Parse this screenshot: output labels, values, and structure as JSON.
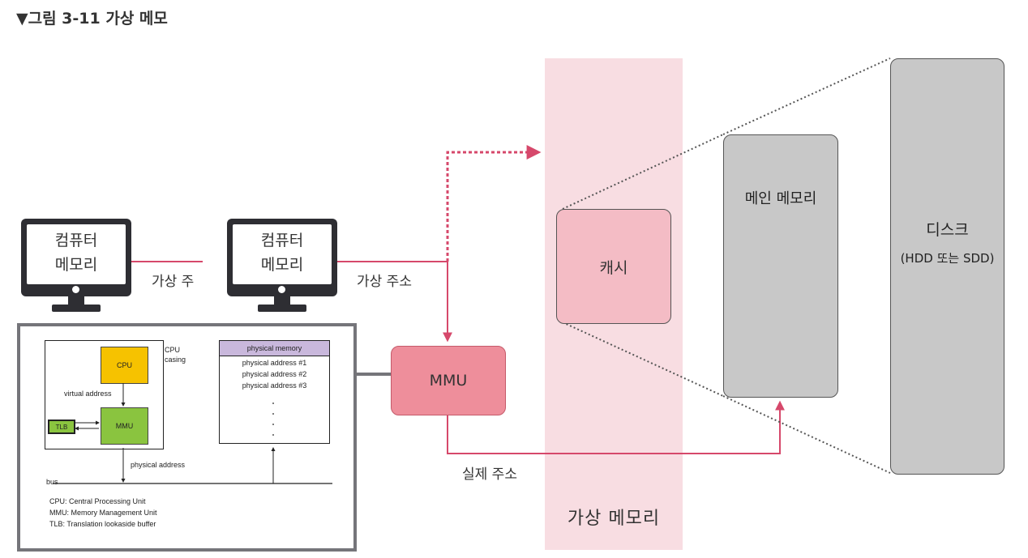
{
  "header": {
    "title": "▼그림 3-11 가상 메모"
  },
  "monitors": [
    {
      "line1": "컴퓨터",
      "line2": "메모리"
    },
    {
      "line1": "컴퓨터",
      "line2": "메모리"
    }
  ],
  "edges": {
    "virtual_address_cut": "가상 주",
    "virtual_address": "가상 주소",
    "physical_address": "실제 주소"
  },
  "boxes": {
    "mmu": "MMU",
    "cache": "캐시",
    "main_memory": "메인 메모리",
    "disk_line1": "디스크",
    "disk_line2": "(HDD 또는 SDD)"
  },
  "virtual_memory_label": "가상 메모리",
  "inset": {
    "cpu_casing_line1": "CPU",
    "cpu_casing_line2": "casing",
    "cpu": "CPU",
    "mmu": "MMU",
    "tlb": "TLB",
    "virtual_address": "virtual address",
    "physical_address": "physical address",
    "bus": "bus",
    "physical_memory": "physical memory",
    "pm_rows": [
      "physical address #1",
      "physical address #2",
      "physical address #3"
    ],
    "legend": [
      "CPU: Central Processing Unit",
      "MMU: Memory Management Unit",
      "TLB: Translation lookaside buffer"
    ]
  },
  "colors": {
    "accent_arrow": "#d6486b",
    "vm_band": "#f8dde2",
    "mmu_fill": "#ee8e9b",
    "cache_fill": "#f4bcc5",
    "storage_fill": "#c8c8c8",
    "cpu_fill": "#f6c200",
    "mmu_chip_fill": "#8ac43f"
  }
}
